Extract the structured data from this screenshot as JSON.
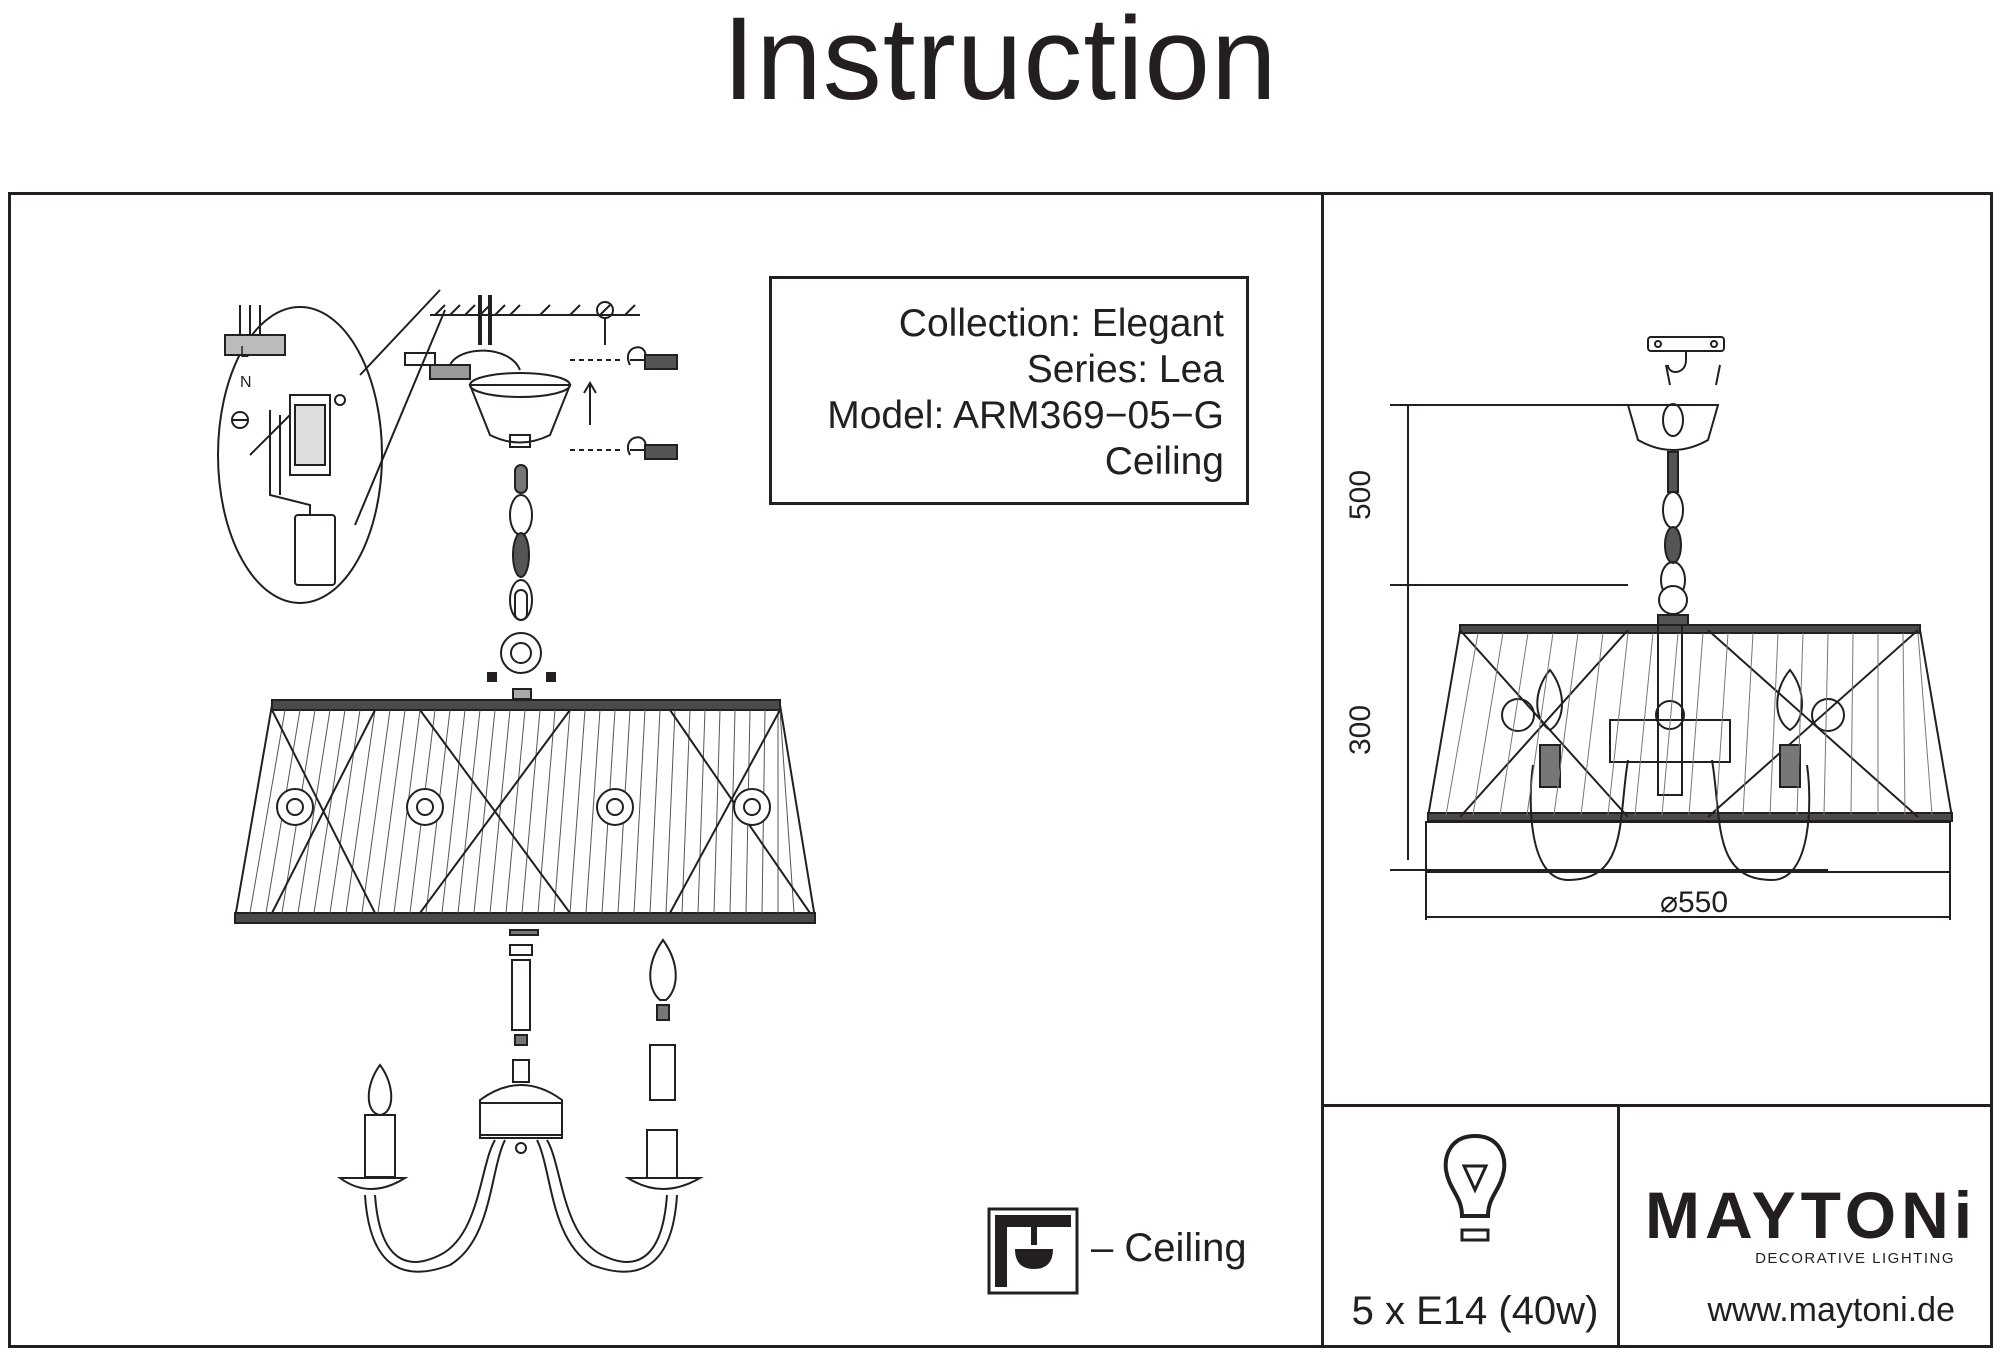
{
  "page_title": "Instruction",
  "product_info": {
    "collection": "Collection: Elegant",
    "series": "Series: Lea",
    "model": "Model: ARM369−05−G",
    "mount_type": "Ceiling"
  },
  "wiring_labels": {
    "live": "L",
    "neutral": "N"
  },
  "dimensions": {
    "chain_length": "500",
    "shade_height": "300",
    "diameter": "⌀550"
  },
  "legend": {
    "icon": "ceiling-mount-icon",
    "text": "– Ceiling"
  },
  "bulb_spec": {
    "icon": "light-bulb-icon",
    "text": "5 x E14 (40w)"
  },
  "brand": {
    "name": "MAYTONi",
    "tagline": "DECORATIVE LIGHTING",
    "website": "www.maytoni.de"
  }
}
